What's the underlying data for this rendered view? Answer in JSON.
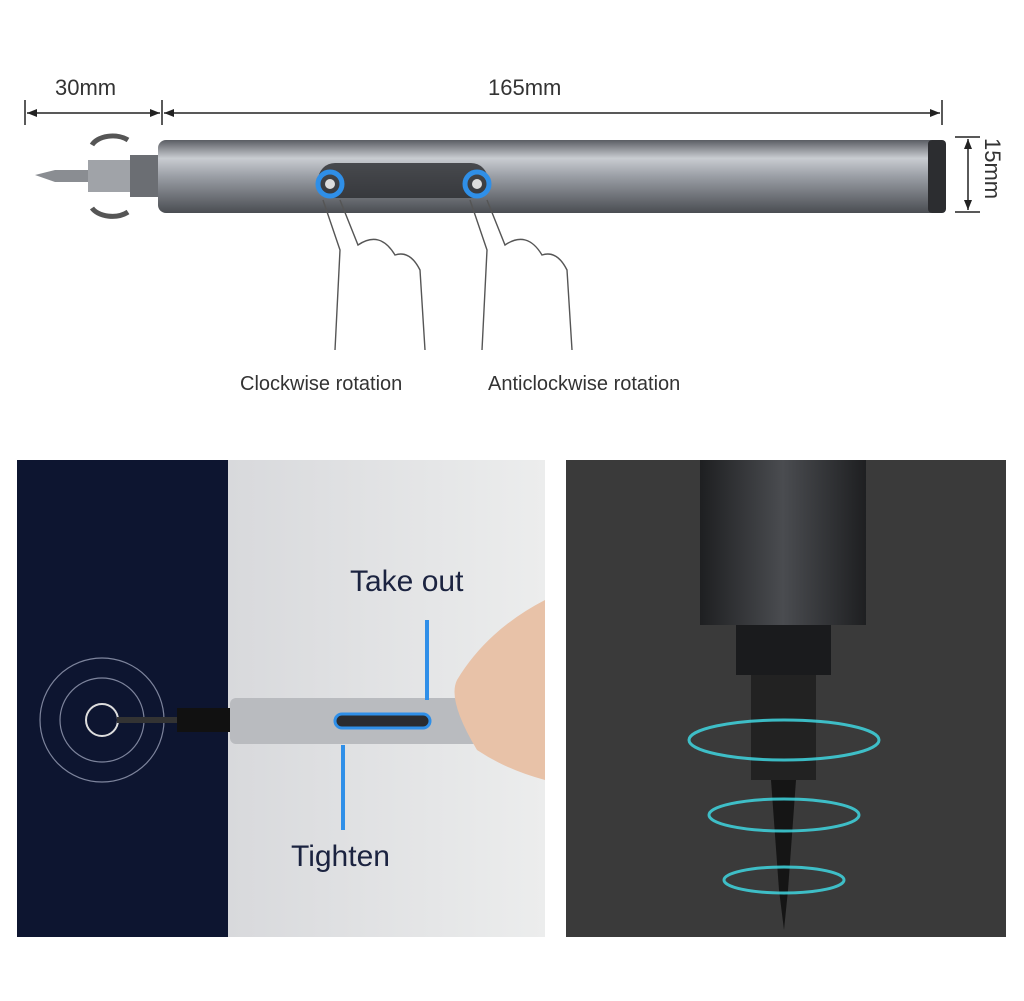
{
  "dimensions": {
    "tip_length": "30mm",
    "body_length": "165mm",
    "diameter": "15mm"
  },
  "top_labels": {
    "clockwise": "Clockwise rotation",
    "anticlockwise": "Anticlockwise rotation"
  },
  "left_panel": {
    "take_out": "Take out",
    "tighten": "Tighten"
  },
  "colors": {
    "accent_blue": "#2f8fe8",
    "glow_cyan": "#3fd6e0",
    "navy": "#0d1530",
    "dark_panel": "#3a3a3a"
  }
}
